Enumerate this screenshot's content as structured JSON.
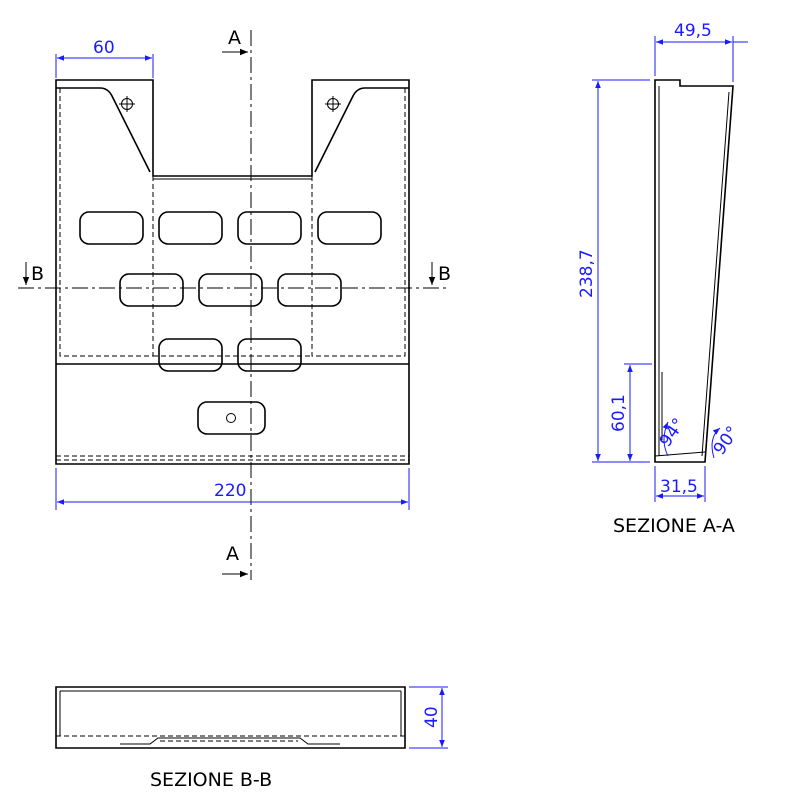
{
  "front_view": {
    "dim_top_width": "60",
    "dim_overall_width": "220",
    "section_mark_a": "A",
    "section_mark_b": "B"
  },
  "section_a": {
    "title": "SEZIONE A-A",
    "dim_top_depth": "49,5",
    "dim_height": "238,7",
    "dim_lower_height": "60,1",
    "dim_bottom_depth": "31,5",
    "angle_inner": "94°",
    "angle_outer": "90°"
  },
  "section_b": {
    "title": "SEZIONE B-B",
    "dim_depth": "40"
  },
  "colors": {
    "dimension": "#1a1aff",
    "line": "#000000"
  }
}
